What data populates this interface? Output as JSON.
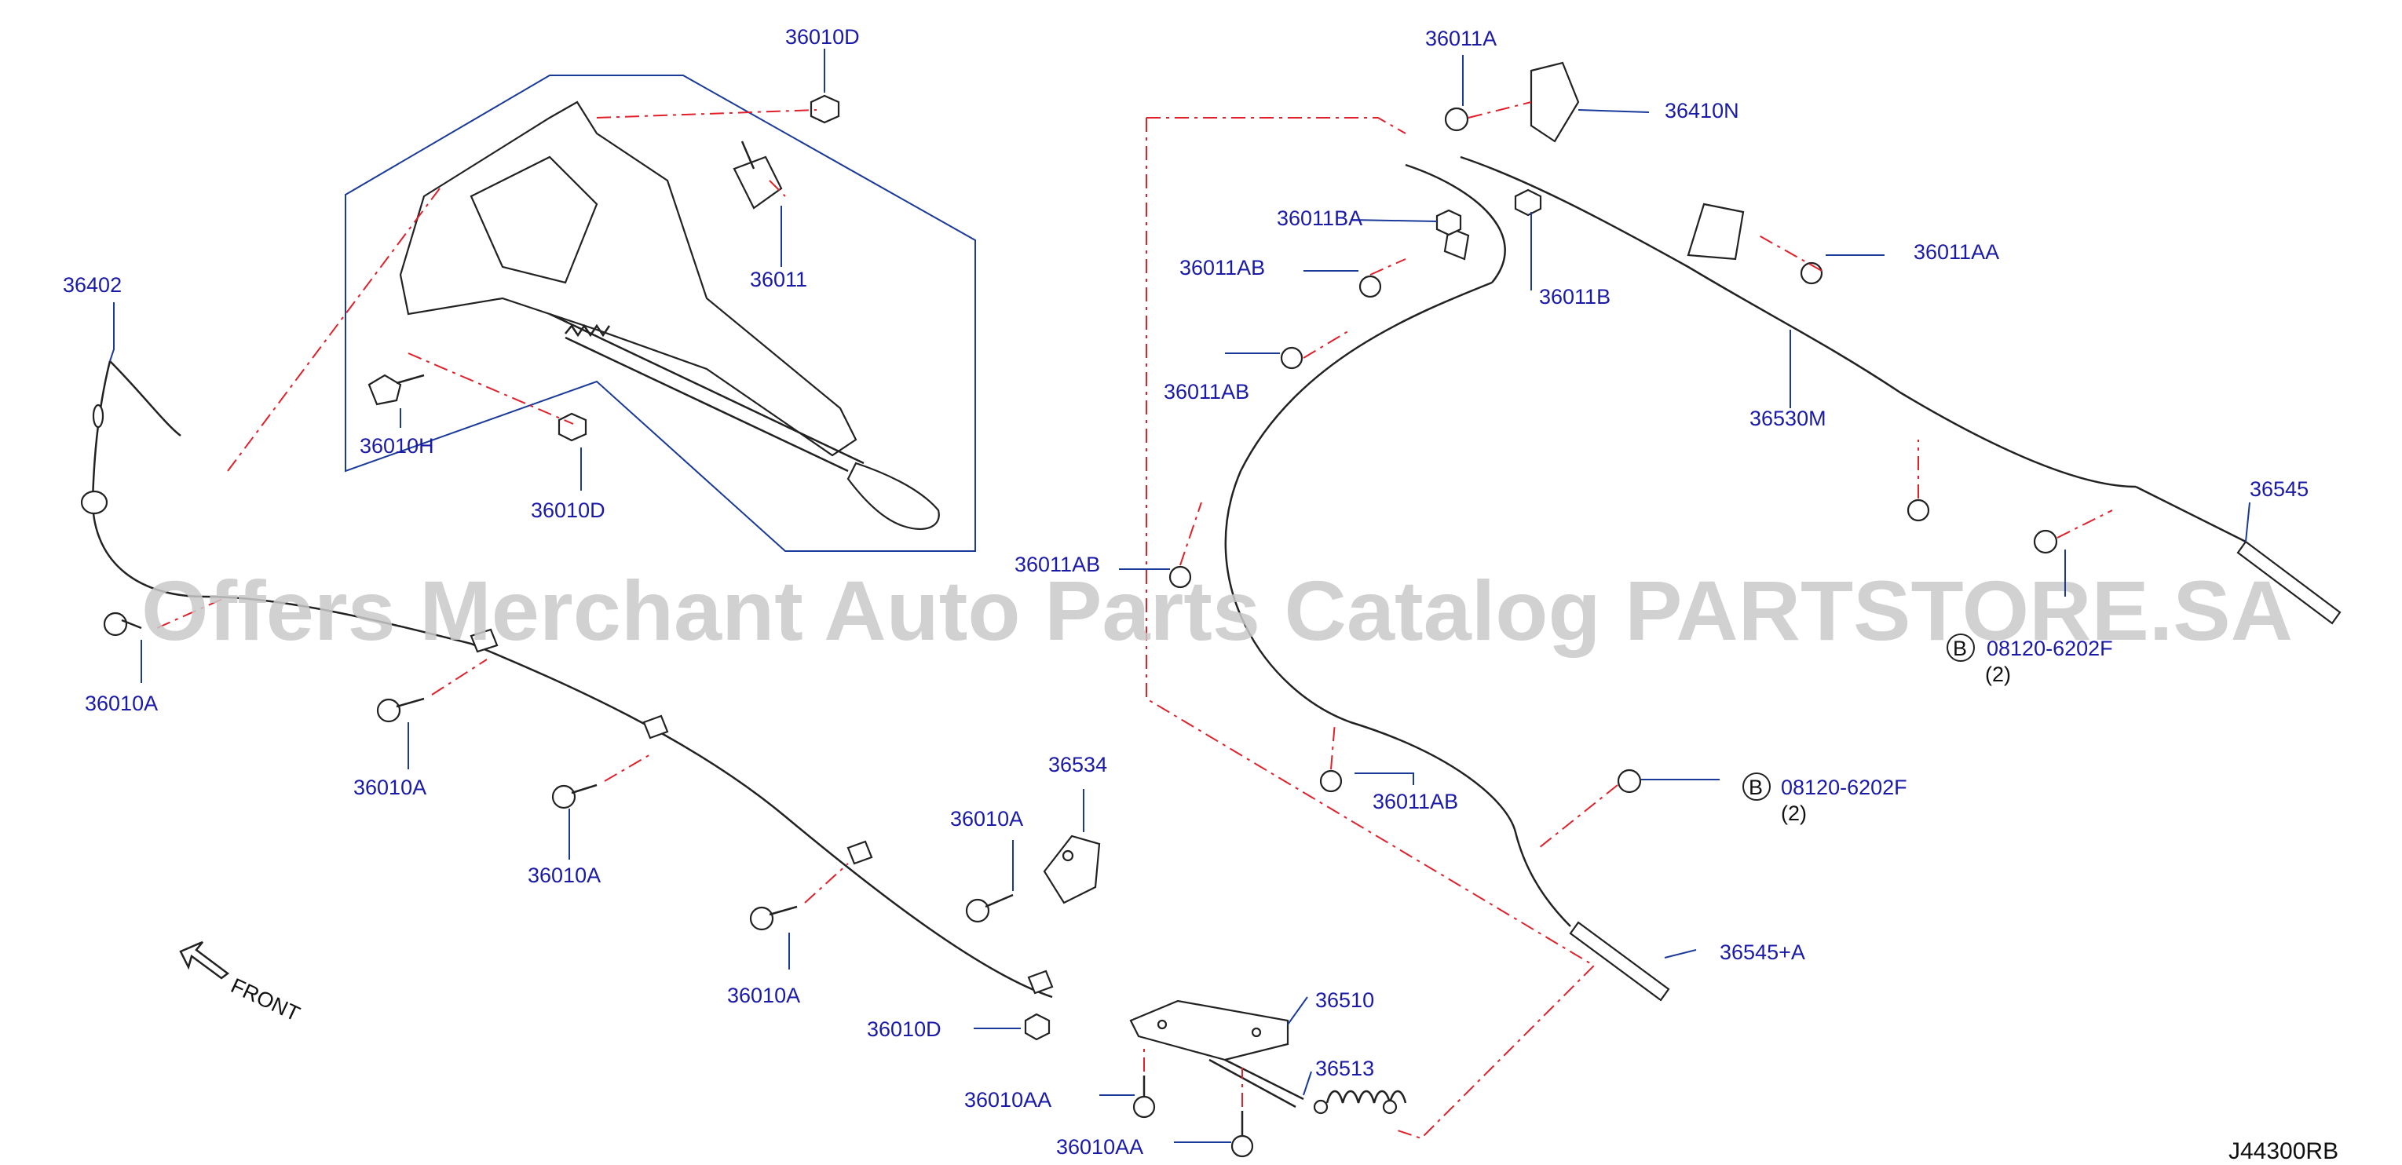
{
  "labels": {
    "p36010D_top": "36010D",
    "p36011": "36011",
    "p36402": "36402",
    "p36010H": "36010H",
    "p36010D_mid": "36010D",
    "p36010A_1": "36010A",
    "p36010A_2": "36010A",
    "p36010A_3": "36010A",
    "p36010A_4": "36010A",
    "p36010A_5": "36010A",
    "p36534": "36534",
    "p36010D_low": "36010D",
    "p36510": "36510",
    "p36513": "36513",
    "p36010AA_1": "36010AA",
    "p36010AA_2": "36010AA",
    "p36011A": "36011A",
    "p36410N": "36410N",
    "p36011BA": "36011BA",
    "p36011AB_1": "36011AB",
    "p36011AB_2": "36011AB",
    "p36011AB_3": "36011AB",
    "p36011AB_4": "36011AB",
    "p36011B": "36011B",
    "p36011AA_1": "36011AA",
    "p36530M": "36530M",
    "p36545": "36545",
    "p36545A": "36545+A",
    "bolt_b1": "08120-6202F",
    "bolt_b1_qty": "(2)",
    "bolt_b2": "08120-6202F",
    "bolt_b2_qty": "(2)",
    "circle_b": "B",
    "front": "FRONT",
    "ref_code": "J44300RB"
  },
  "watermark": "Offers Merchant Auto Parts Catalog PARTSTORE.SA",
  "colors": {
    "label": "#1a1aa8",
    "leader": "#1a3a9a",
    "phantom": "#e0202a",
    "line": "#222222"
  }
}
